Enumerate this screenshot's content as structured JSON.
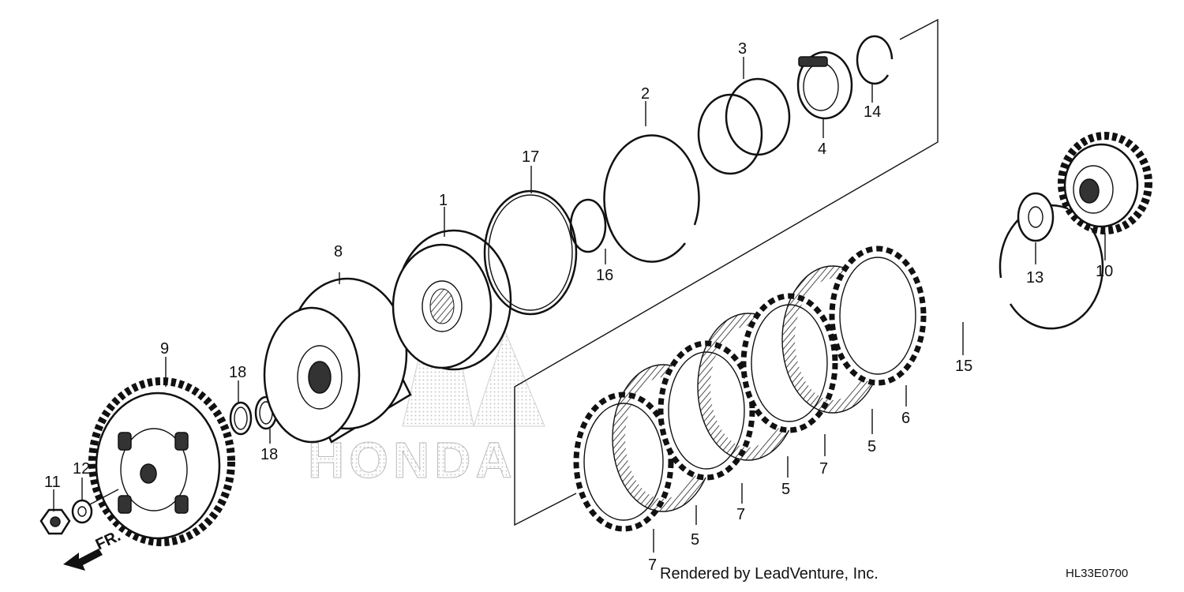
{
  "diagram": {
    "callouts": [
      "1",
      "2",
      "3",
      "4",
      "5",
      "6",
      "7",
      "8",
      "9",
      "10",
      "11",
      "12",
      "13",
      "14",
      "15",
      "16",
      "17",
      "18"
    ],
    "watermark": "HONDA",
    "direction_label": "FR.",
    "footer_text": "Rendered by LeadVenture, Inc.",
    "diagram_code": "HL33E0700"
  }
}
